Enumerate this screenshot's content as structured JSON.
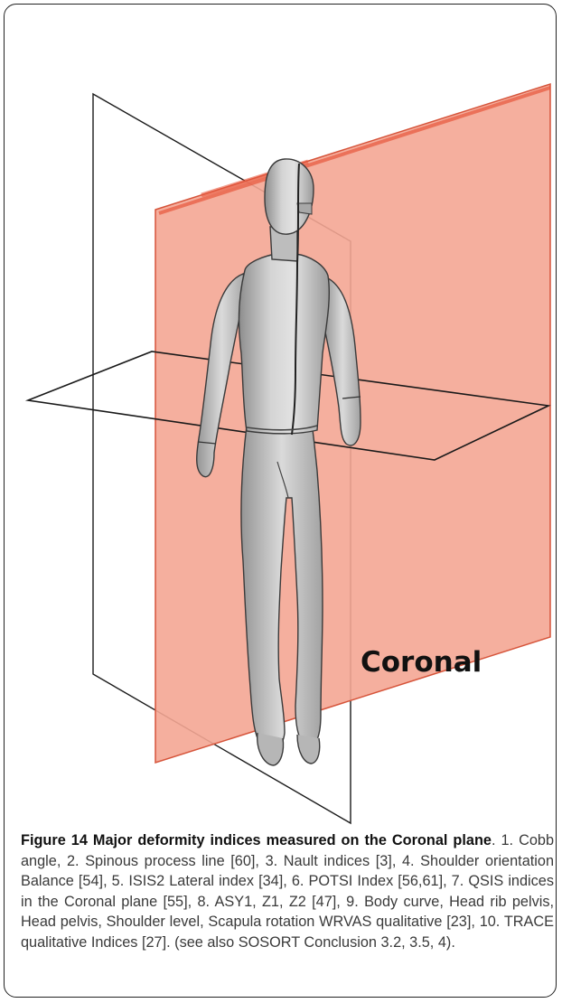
{
  "figure": {
    "plane_label": "Coronal",
    "caption_title": "Figure 14 Major deformity indices measured on the Coronal plane",
    "caption_body": ". 1. Cobb angle, 2. Spinous process line [60], 3. Nault indices [3], 4. Shoulder orientation Balance [54], 5. ISIS2 Lateral index [34], 6. POTSI Index [56,61], 7. QSIS indices in the Coronal plane [55], 8. ASY1, Z1, Z2 [47], 9. Body curve, Head rib pelvis, Head pelvis, Shoulder level, Scapula rotation WRVAS qualitative [23], 10. TRACE qualitative Indices [27]. (see also SOSORT Conclusion 3.2, 3.5, 4)."
  },
  "colors": {
    "coronal_plane_fill": "#f4a694",
    "coronal_plane_edge": "#e8573c",
    "line": "#1a1a1a",
    "body_fill": "#c9c9c9"
  }
}
